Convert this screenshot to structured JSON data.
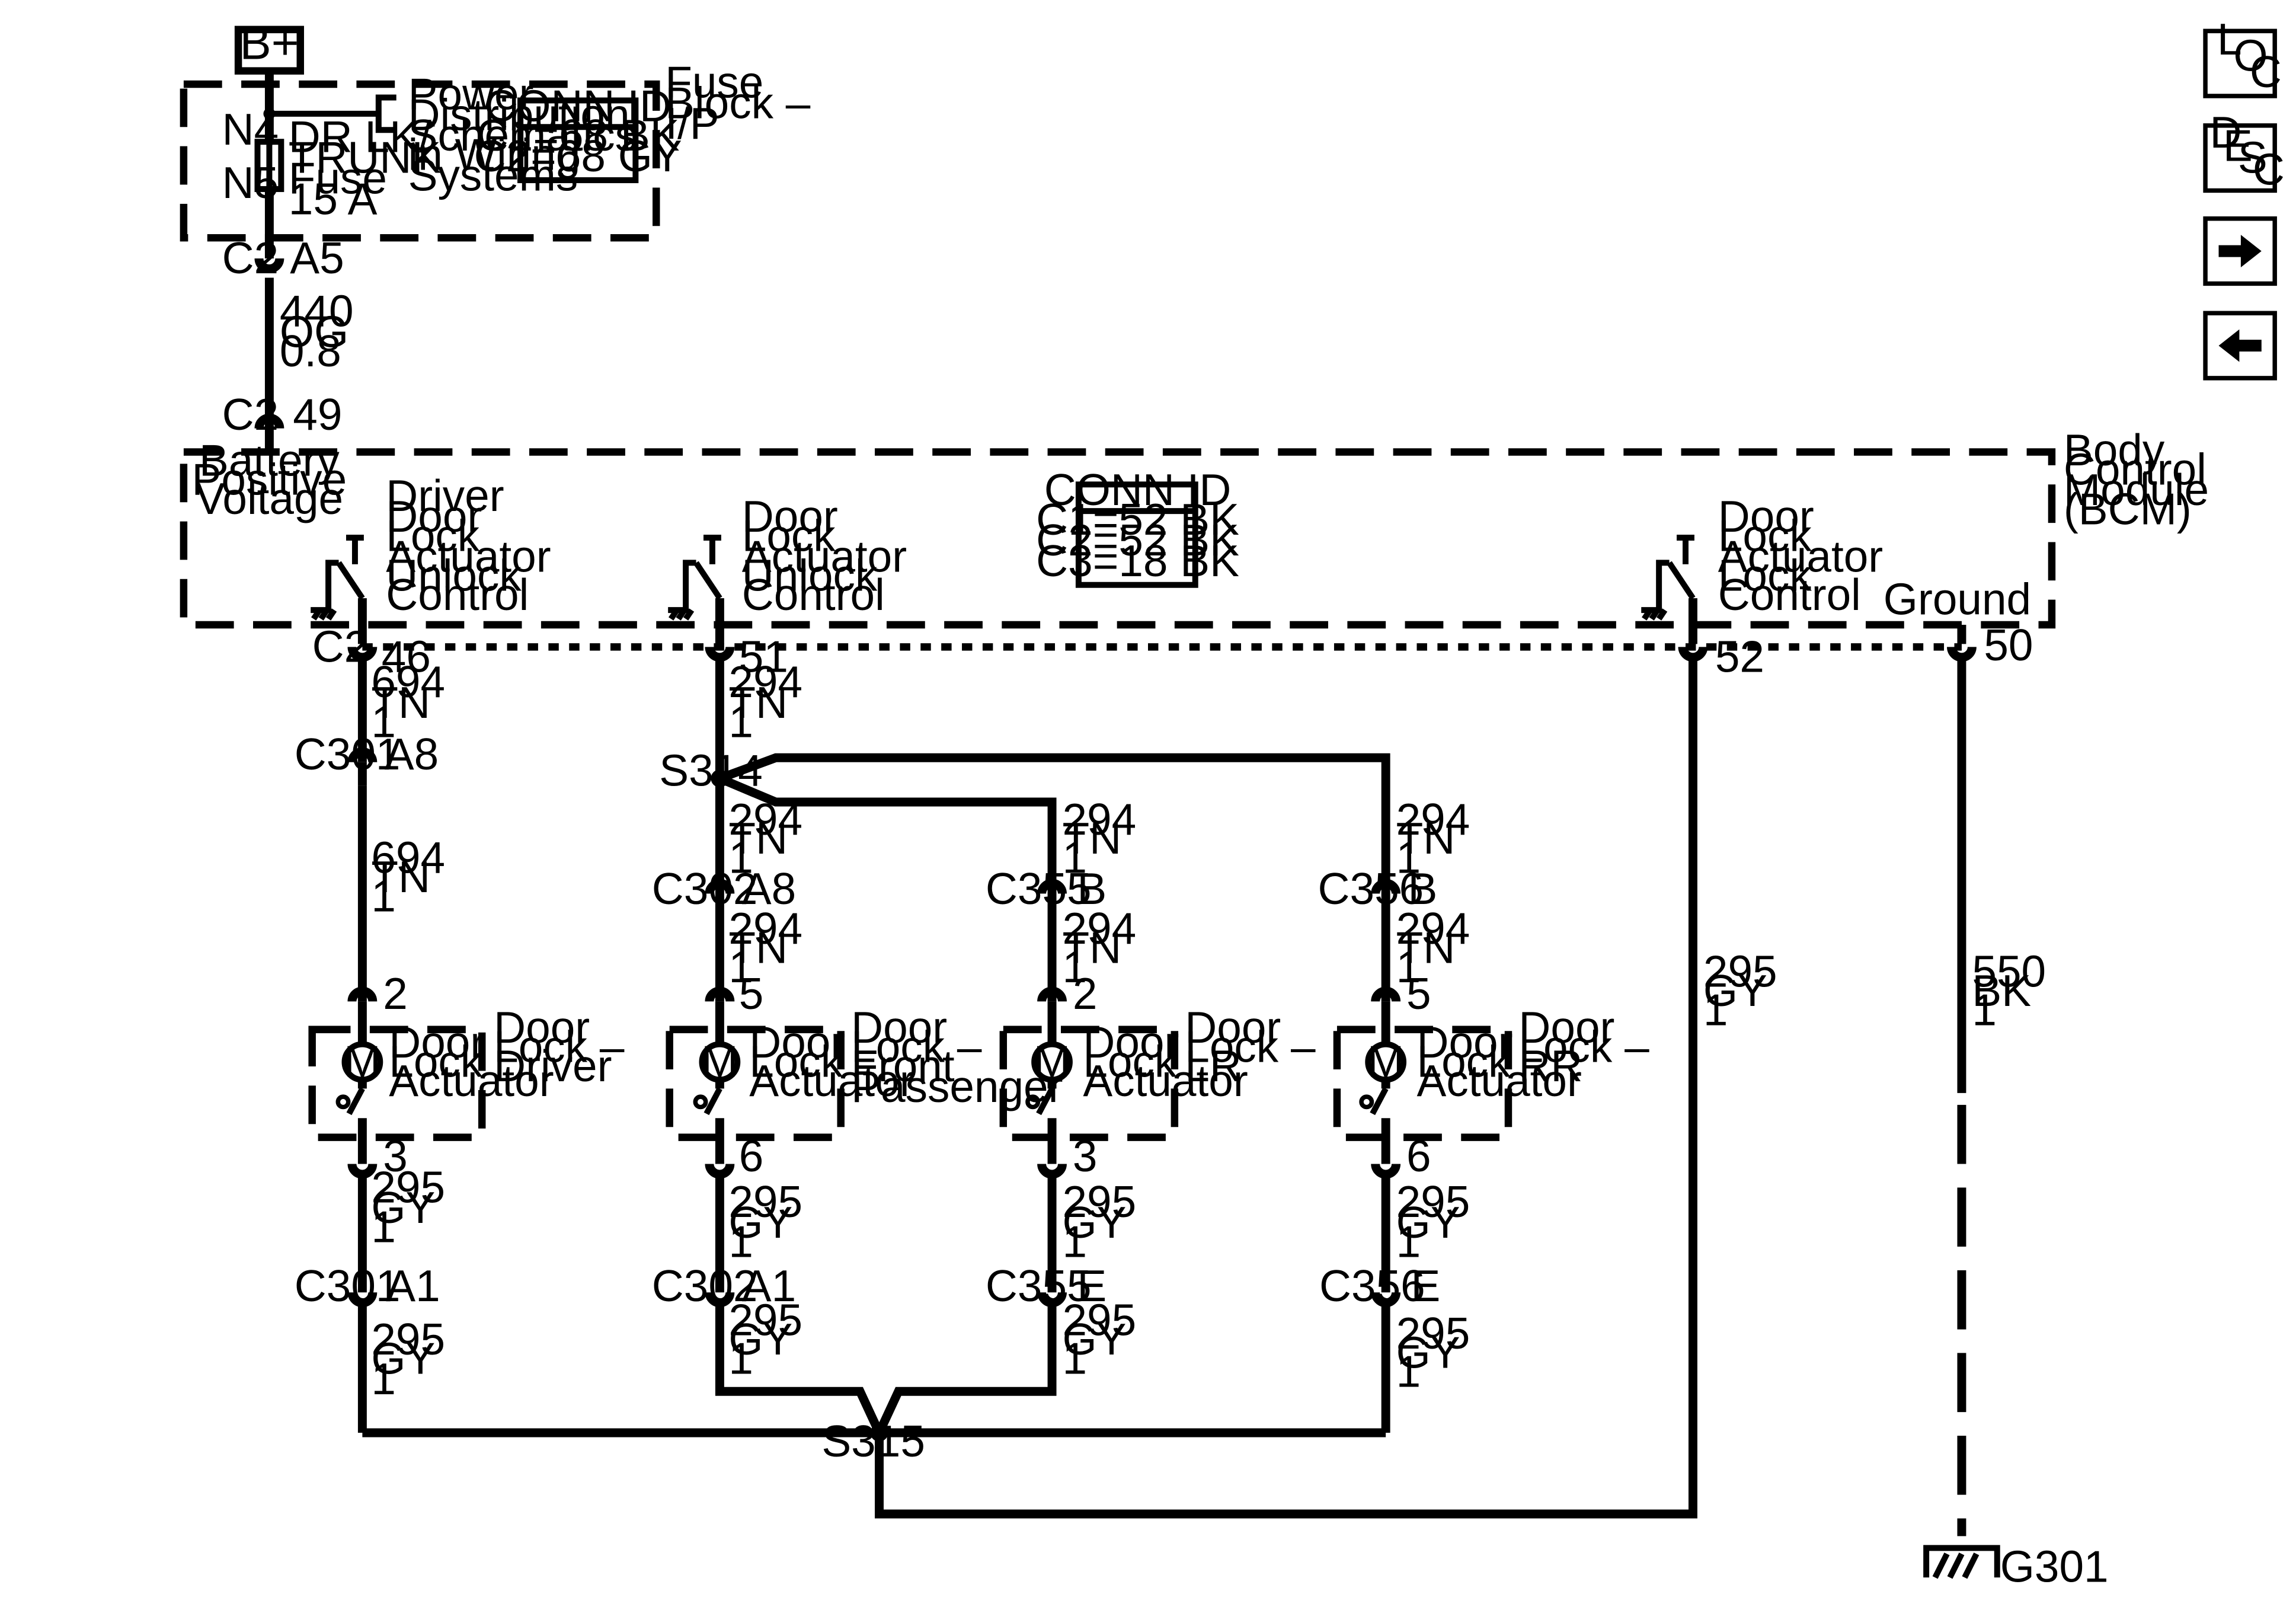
{
  "power": {
    "source": "B+"
  },
  "fuse_block": {
    "title_lines": [
      "Fuse",
      "Block –",
      "I/P"
    ],
    "pin_top": "N4",
    "pin_bottom": "N5",
    "fuse_lines": [
      "DR LK/",
      "TRUNK",
      "Fuse",
      "15 A"
    ],
    "ref_lines": [
      "Power",
      "Distribution",
      "Schematics",
      "in Wiring",
      "Systems"
    ],
    "conn_id": {
      "header": "CONN ID",
      "lines": [
        "C1=68 BK",
        "C2=68 GY"
      ]
    }
  },
  "feed": {
    "top_conn": {
      "name": "C2",
      "pin": "A5"
    },
    "wire_lines": [
      "440",
      "OG",
      "0.8"
    ],
    "bcm_conn": {
      "name": "C2",
      "pin": "49"
    }
  },
  "bcm": {
    "title_lines": [
      "Body",
      "Control",
      "Module",
      "(BCM)"
    ],
    "battery_lines": [
      "Battery",
      "Positive",
      "Voltage"
    ],
    "conn_id": {
      "header": "CONN ID",
      "lines": [
        "C1=52 BK",
        "C2=52 BK",
        "C3=18 BK"
      ]
    },
    "ground_label": "Ground",
    "connector_name": "C2",
    "outputs": [
      {
        "label_lines": [
          "Driver",
          "Door",
          "Lock",
          "Actuator",
          "Unlock",
          "Control"
        ],
        "pin": "46"
      },
      {
        "label_lines": [
          "Door",
          "Lock",
          "Actuator",
          "Unlock",
          "Control"
        ],
        "pin": "51"
      },
      {
        "label_lines": [
          "Door",
          "Lock",
          "Actuator",
          "Lock",
          "Control"
        ],
        "pin": "52"
      }
    ],
    "ground_pin": "50"
  },
  "splices": {
    "s314": "S314",
    "s315": "S315"
  },
  "wires": {
    "w694": [
      "694",
      "TN",
      "1"
    ],
    "w294": [
      "294",
      "TN",
      "1"
    ],
    "w295": [
      "295",
      "GY",
      "1"
    ],
    "w550": [
      "550",
      "BK",
      "1"
    ]
  },
  "actuators": [
    {
      "id": "driver",
      "name_lines": [
        "Door",
        "Lock –",
        "Driver"
      ],
      "inner_lines": [
        "Door",
        "Lock",
        "Actuator"
      ],
      "motor": "M",
      "upper_conn": {
        "name": "C301",
        "pin": "A8"
      },
      "pin_in": "2",
      "pin_out": "3",
      "lower_conn": {
        "name": "C301",
        "pin": "A1"
      }
    },
    {
      "id": "front-passenger",
      "name_lines": [
        "Door",
        "Lock –",
        "Front",
        "Passenger"
      ],
      "inner_lines": [
        "Door",
        "Lock",
        "Actuator"
      ],
      "motor": "M",
      "upper_conn": {
        "name": "C302",
        "pin": "A8"
      },
      "pin_in": "5",
      "pin_out": "6",
      "lower_conn": {
        "name": "C302",
        "pin": "A1"
      }
    },
    {
      "id": "lr",
      "name_lines": [
        "Door",
        "Lock –",
        "LR"
      ],
      "inner_lines": [
        "Door",
        "Lock",
        "Actuator"
      ],
      "motor": "M",
      "upper_conn": {
        "name": "C355",
        "pin": "B"
      },
      "pin_in": "2",
      "pin_out": "3",
      "lower_conn": {
        "name": "C355",
        "pin": "E"
      }
    },
    {
      "id": "rr",
      "name_lines": [
        "Door",
        "Lock –",
        "RR"
      ],
      "inner_lines": [
        "Door",
        "Lock",
        "Actuator"
      ],
      "motor": "M",
      "upper_conn": {
        "name": "C356",
        "pin": "B"
      },
      "pin_in": "5",
      "pin_out": "6",
      "lower_conn": {
        "name": "C356",
        "pin": "E"
      }
    }
  ],
  "ground": {
    "name": "G301"
  },
  "nav": {
    "loc_letters": [
      "L",
      "O",
      "C"
    ],
    "desc_letters": [
      "D",
      "E",
      "S",
      "C"
    ],
    "next_icon": "arrow-right-icon",
    "prev_icon": "arrow-left-icon"
  }
}
